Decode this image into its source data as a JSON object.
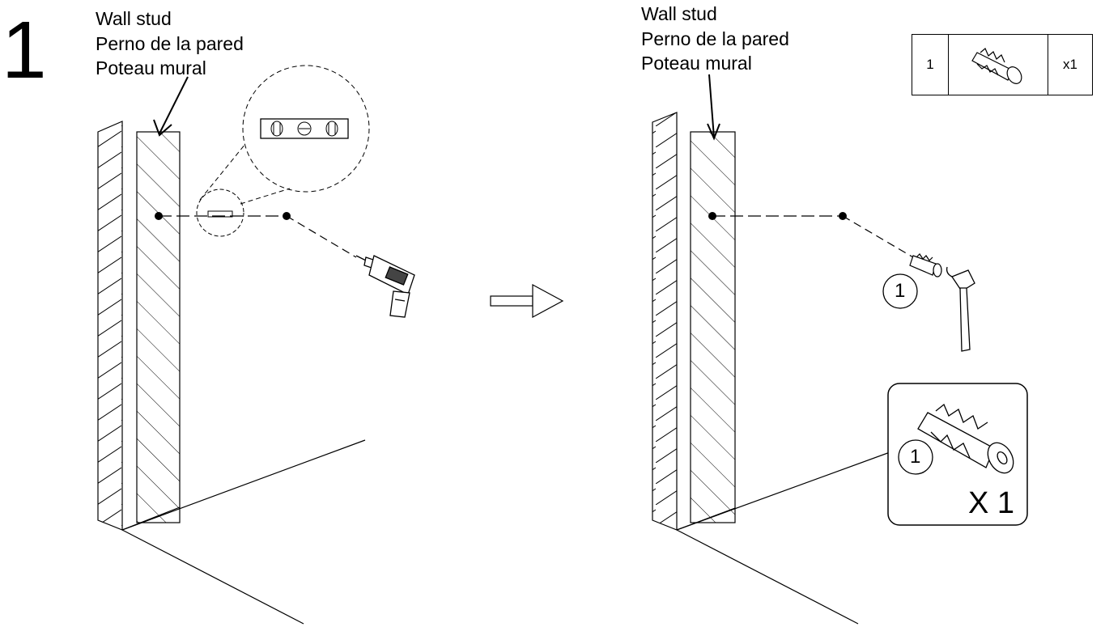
{
  "step": {
    "number": "1"
  },
  "left_panel": {
    "label_lines": [
      "Wall stud",
      "Perno de la pared",
      "Poteau mural"
    ]
  },
  "right_panel": {
    "label_lines": [
      "Wall stud",
      "Perno de la pared",
      "Poteau mural"
    ],
    "part_ref": "1",
    "callout": {
      "part_ref": "1",
      "count": "X 1"
    }
  },
  "parts_table": {
    "part_number": "1",
    "part_name_icon": "wall-anchor-icon",
    "quantity": "x1"
  },
  "icons": [
    "drill-icon",
    "level-icon",
    "hammer-icon",
    "wall-anchor-icon",
    "arrow-right-icon"
  ]
}
